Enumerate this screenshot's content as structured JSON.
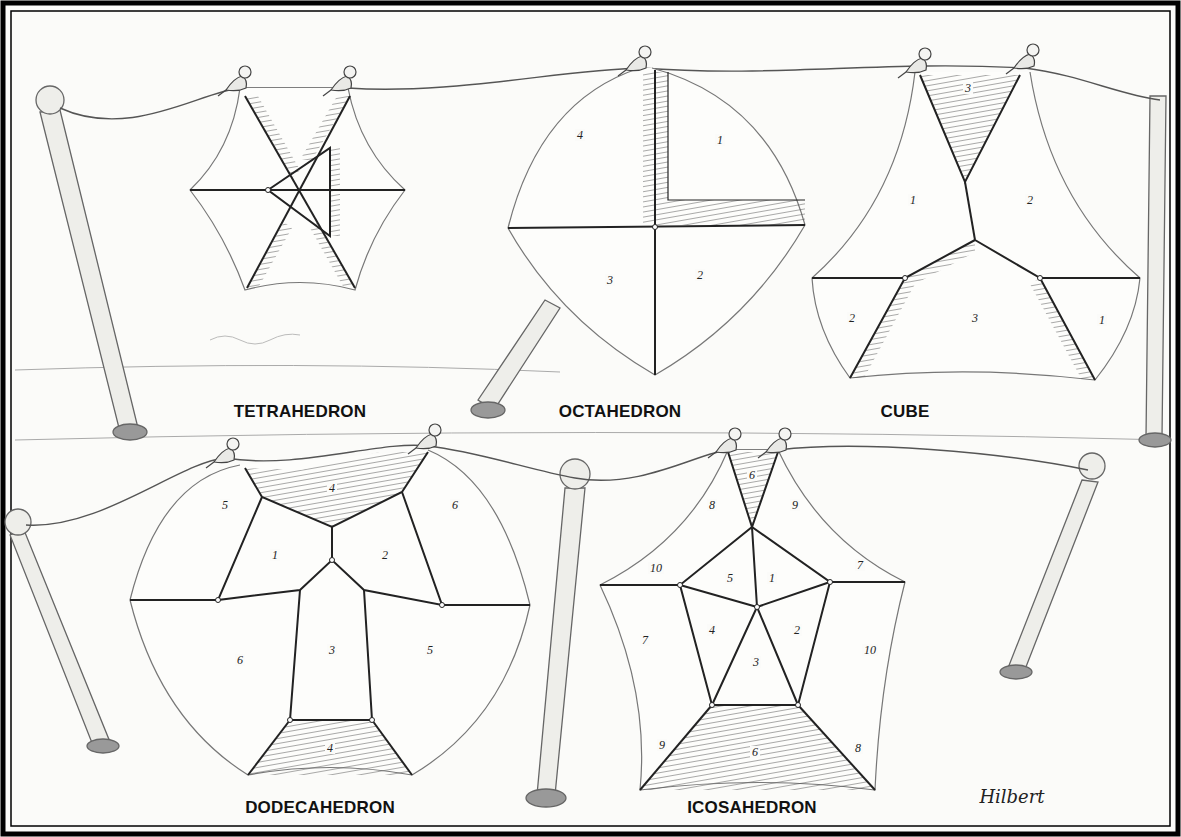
{
  "diagram": {
    "labels": [
      "TETRAHEDRON",
      "OCTAHEDRON",
      "CUBE",
      "DODECAHEDRON",
      "ICOSAHEDRON",
      "Hilbert",
      "4",
      "1",
      "3",
      "2",
      "3",
      "1",
      "2",
      "2",
      "3",
      "1",
      "4",
      "5",
      "6",
      "1",
      "2",
      "6",
      "3",
      "5",
      "4",
      "6",
      "8",
      "9",
      "10",
      "7",
      "5",
      "1",
      "7",
      "4",
      "2",
      "10",
      "3",
      "9",
      "6",
      "8"
    ]
  }
}
